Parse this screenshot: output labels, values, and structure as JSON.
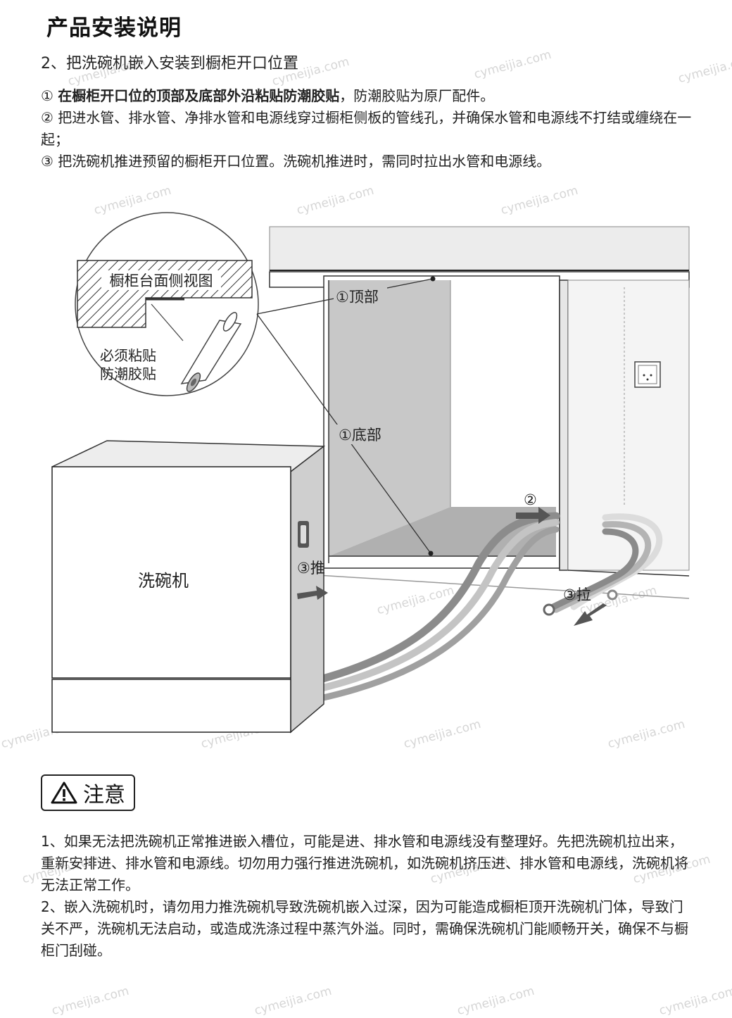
{
  "page": {
    "title": "产品安装说明",
    "subtitle": "2、把洗碗机嵌入安装到橱柜开口位置"
  },
  "steps": [
    {
      "num": "①",
      "bold": "在橱柜开口位的顶部及底部外沿粘贴防潮胶贴",
      "text": "，防潮胶贴为原厂配件。"
    },
    {
      "num": "②",
      "bold": "",
      "text": "把进水管、排水管、净排水管和电源线穿过橱柜侧板的管线孔，并确保水管和电源线不打结或缠绕在一起；"
    },
    {
      "num": "③",
      "bold": "",
      "text": "把洗碗机推进预留的橱柜开口位置。洗碗机推进时，需同时拉出水管和电源线。"
    }
  ],
  "diagram": {
    "inset_label": "橱柜台面侧视图",
    "tape_label_1": "必须粘贴",
    "tape_label_2": "防潮胶贴",
    "label_top": "①顶部",
    "label_bottom": "①底部",
    "label_2": "②",
    "label_push": "③推",
    "label_pull": "③拉",
    "machine_label": "洗碗机"
  },
  "notice": {
    "icon": "warning-triangle-icon",
    "label": "注意",
    "items": [
      "1、如果无法把洗碗机正常推进嵌入槽位，可能是进、排水管和电源线没有整理好。先把洗碗机拉出来，重新安排进、排水管和电源线。切勿用力强行推进洗碗机，如洗碗机挤压进、排水管和电源线，洗碗机将无法正常工作。",
      "2、嵌入洗碗机时，请勿用力推洗碗机导致洗碗机嵌入过深，因为可能造成橱柜顶开洗碗机门体，导致门关不严，洗碗机无法启动，或造成洗涤过程中蒸汽外溢。同时，需确保洗碗机门能顺畅开关，确保不与橱柜门刮碰。"
    ]
  },
  "watermark": "cymeijia.com"
}
